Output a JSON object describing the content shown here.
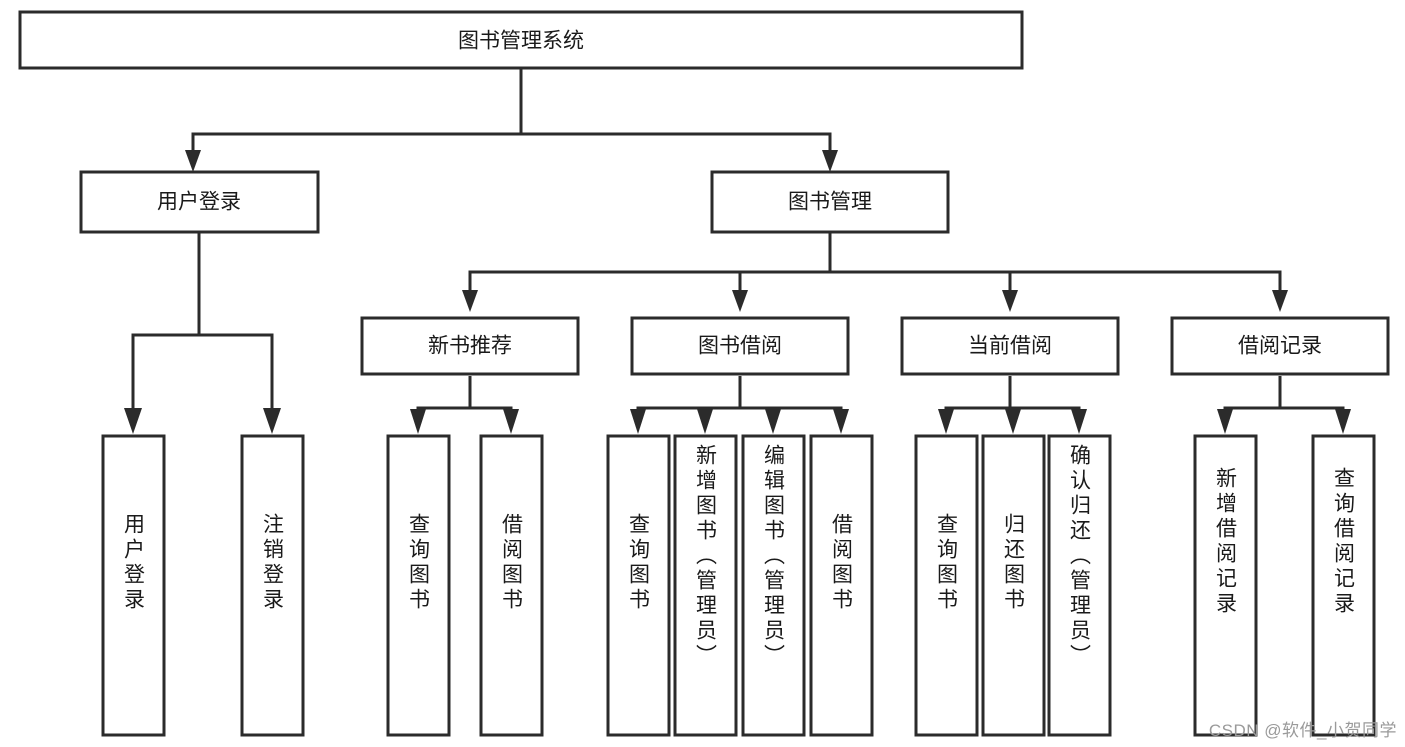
{
  "diagram": {
    "type": "tree-hierarchy-flowchart",
    "title": "图书管理系统",
    "colors": {
      "box_stroke": "#2b2b2b",
      "box_fill": "#ffffff",
      "connector": "#2b2b2b",
      "text": "#1a1a1a",
      "watermark": "#9a9a9a",
      "background": "#ffffff"
    },
    "root": {
      "label": "图书管理系统"
    },
    "level2": [
      {
        "label": "用户登录"
      },
      {
        "label": "图书管理"
      }
    ],
    "level3": [
      {
        "label": "新书推荐"
      },
      {
        "label": "图书借阅"
      },
      {
        "label": "当前借阅"
      },
      {
        "label": "借阅记录"
      }
    ],
    "leaves": {
      "user_login": [
        {
          "label": "用户登录"
        },
        {
          "label": "注销登录"
        }
      ],
      "new_book_recommend": [
        {
          "label": "查询图书"
        },
        {
          "label": "借阅图书"
        }
      ],
      "book_borrow": [
        {
          "label": "查询图书"
        },
        {
          "label": "新增图书（管理员）"
        },
        {
          "label": "编辑图书（管理员）"
        },
        {
          "label": "借阅图书"
        }
      ],
      "current_borrow": [
        {
          "label": "查询图书"
        },
        {
          "label": "归还图书"
        },
        {
          "label": "确认归还（管理员）"
        }
      ],
      "borrow_record": [
        {
          "label": "新增借阅记录"
        },
        {
          "label": "查询借阅记录"
        }
      ]
    }
  },
  "watermark": {
    "text": "CSDN @软件_小贺同学"
  }
}
